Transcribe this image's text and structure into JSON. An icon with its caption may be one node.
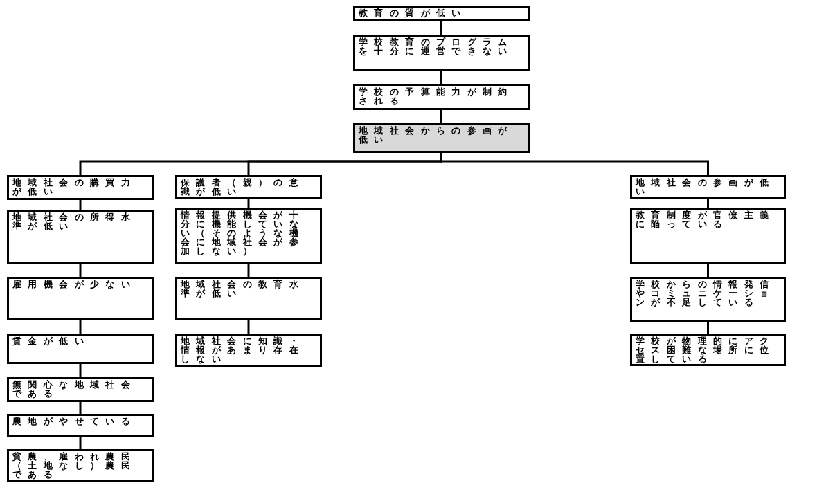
{
  "diagram": {
    "nodes": [
      {
        "text": [
          "教育の質が低い"
        ]
      },
      {
        "text": [
          "学校教育のプログラムを十分に運営できない"
        ]
      },
      {
        "text": [
          "学校の予算能力が制約される"
        ]
      },
      {
        "text": [
          "地域社会からの参画が低い"
        ]
      },
      {
        "text": [
          "地域社会の購買力が低い"
        ]
      },
      {
        "text": [
          "地域社会の所得水準が低い"
        ]
      },
      {
        "text": [
          "雇用機会が少ない"
        ]
      },
      {
        "text": [
          "賃金が低い"
        ]
      },
      {
        "text": [
          "無関心な地域社会である"
        ]
      },
      {
        "text": [
          "農地がやせている"
        ]
      },
      {
        "text": [
          "貧農、雇われ農民（土地なし）農民である"
        ]
      },
      {
        "text": [
          "保護者（親）の意識が低い"
        ]
      },
      {
        "text": [
          "情報提供機会が十分に機能していない（そのような機会に地域社会が参加しない）"
        ]
      },
      {
        "text": [
          "地域社会の教育水準が低い"
        ]
      },
      {
        "text": [
          "地域社会に知識・情報があまり存在しない"
        ]
      },
      {
        "text": [
          "地域社会の参画が低い"
        ]
      },
      {
        "text": [
          "教育制度が官僚主義に陥っている"
        ]
      },
      {
        "text": [
          "学校からの情報発信やコミュニケーションが不足している"
        ]
      },
      {
        "text": [
          "学校が物理的にアクセス困難な場所に位置している"
        ]
      }
    ],
    "edges": [
      {
        "from": 0,
        "to": 1,
        "arrow": "none"
      },
      {
        "from": 1,
        "to": 2,
        "arrow": "none"
      },
      {
        "from": 2,
        "to": 3,
        "arrow": "none"
      },
      {
        "from": 3,
        "to": 4,
        "arrow": "none"
      },
      {
        "from": 3,
        "to": 11,
        "arrow": "none"
      },
      {
        "from": 3,
        "to": 15,
        "arrow": "none"
      },
      {
        "from": 4,
        "to": 5,
        "arrow": "none"
      },
      {
        "from": 5,
        "to": 6,
        "arrow": "none"
      },
      {
        "from": 6,
        "to": 7,
        "arrow": "none"
      },
      {
        "from": 7,
        "to": 8,
        "arrow": "none"
      },
      {
        "from": 8,
        "to": 9,
        "arrow": "none"
      },
      {
        "from": 9,
        "to": 10,
        "arrow": "none"
      },
      {
        "from": 11,
        "to": 12,
        "arrow": "none"
      },
      {
        "from": 12,
        "to": 13,
        "arrow": "none"
      },
      {
        "from": 13,
        "to": 14,
        "arrow": "none"
      },
      {
        "from": 15,
        "to": 16,
        "arrow": "none"
      },
      {
        "from": 16,
        "to": 17,
        "arrow": "none"
      },
      {
        "from": 17,
        "to": 18,
        "arrow": "none"
      }
    ]
  }
}
